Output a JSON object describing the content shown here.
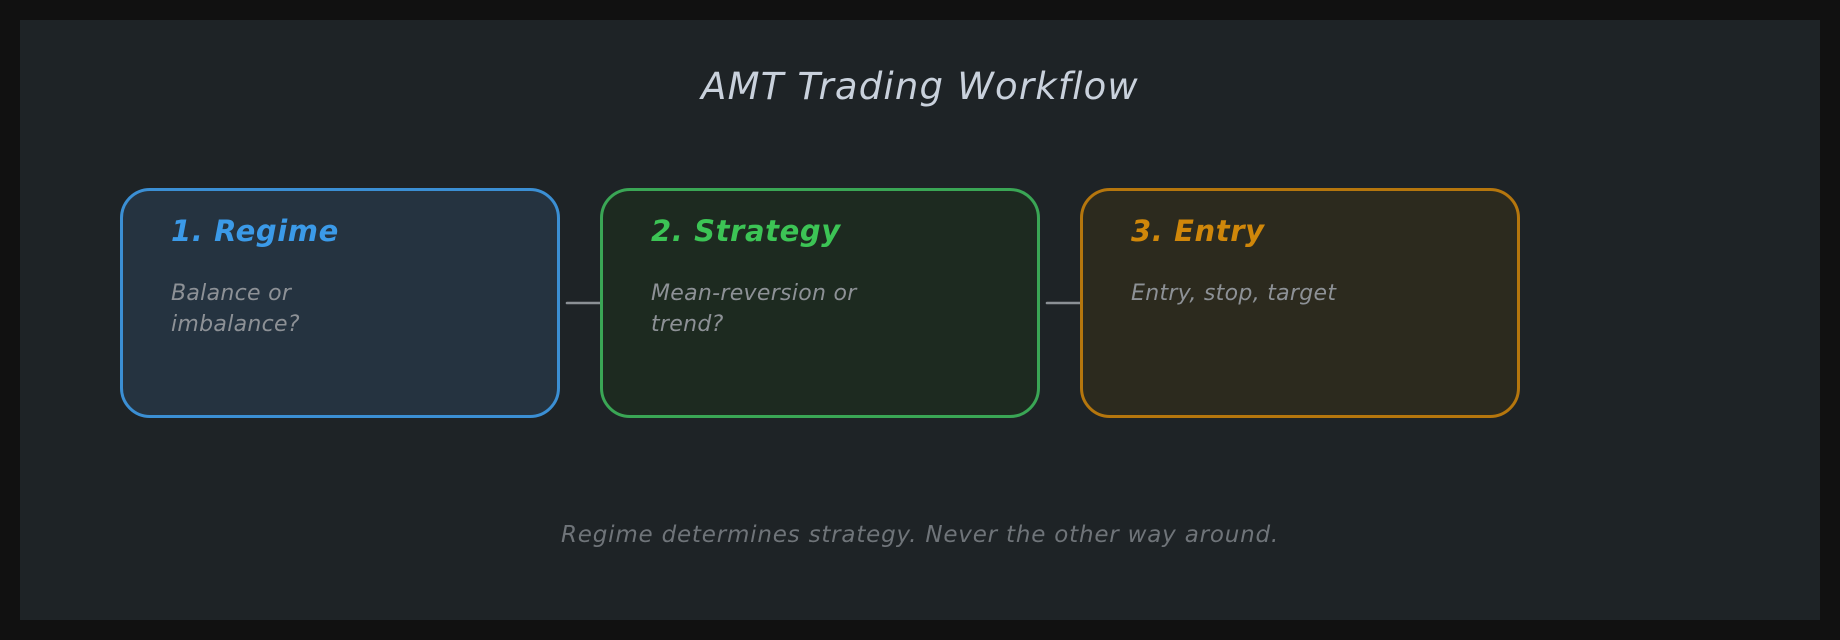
{
  "figure": {
    "title": "AMT Trading Workflow",
    "caption": "Regime determines strategy. Never the other way around.",
    "background_color": "#111111",
    "panel_color": "#1e2326",
    "title_color": "#c9d1dc",
    "caption_color": "#6f7479",
    "arrow_color": "#8b9095"
  },
  "chart_data": {
    "type": "diagram",
    "title": "AMT Trading Workflow",
    "subtitle": "Regime determines strategy. Never the other way around.",
    "layout": "horizontal-flow",
    "nodes": [
      {
        "id": "regime",
        "heading": "1. Regime",
        "body": "Balance or imbalance?",
        "border_color": "#3b8fd4",
        "fill_color": "#253340",
        "heading_color": "#3b9ae8"
      },
      {
        "id": "strategy",
        "heading": "2. Strategy",
        "body": "Mean-reversion or trend?",
        "border_color": "#3aa655",
        "fill_color": "#1d2a20",
        "heading_color": "#3cc455"
      },
      {
        "id": "entry",
        "heading": "3. Entry",
        "body": "Entry, stop, target",
        "border_color": "#b5760d",
        "fill_color": "#2c2a1e",
        "heading_color": "#d0870a"
      }
    ],
    "edges": [
      {
        "from": "regime",
        "to": "strategy",
        "style": "arrow"
      },
      {
        "from": "strategy",
        "to": "entry",
        "style": "arrow"
      }
    ]
  }
}
